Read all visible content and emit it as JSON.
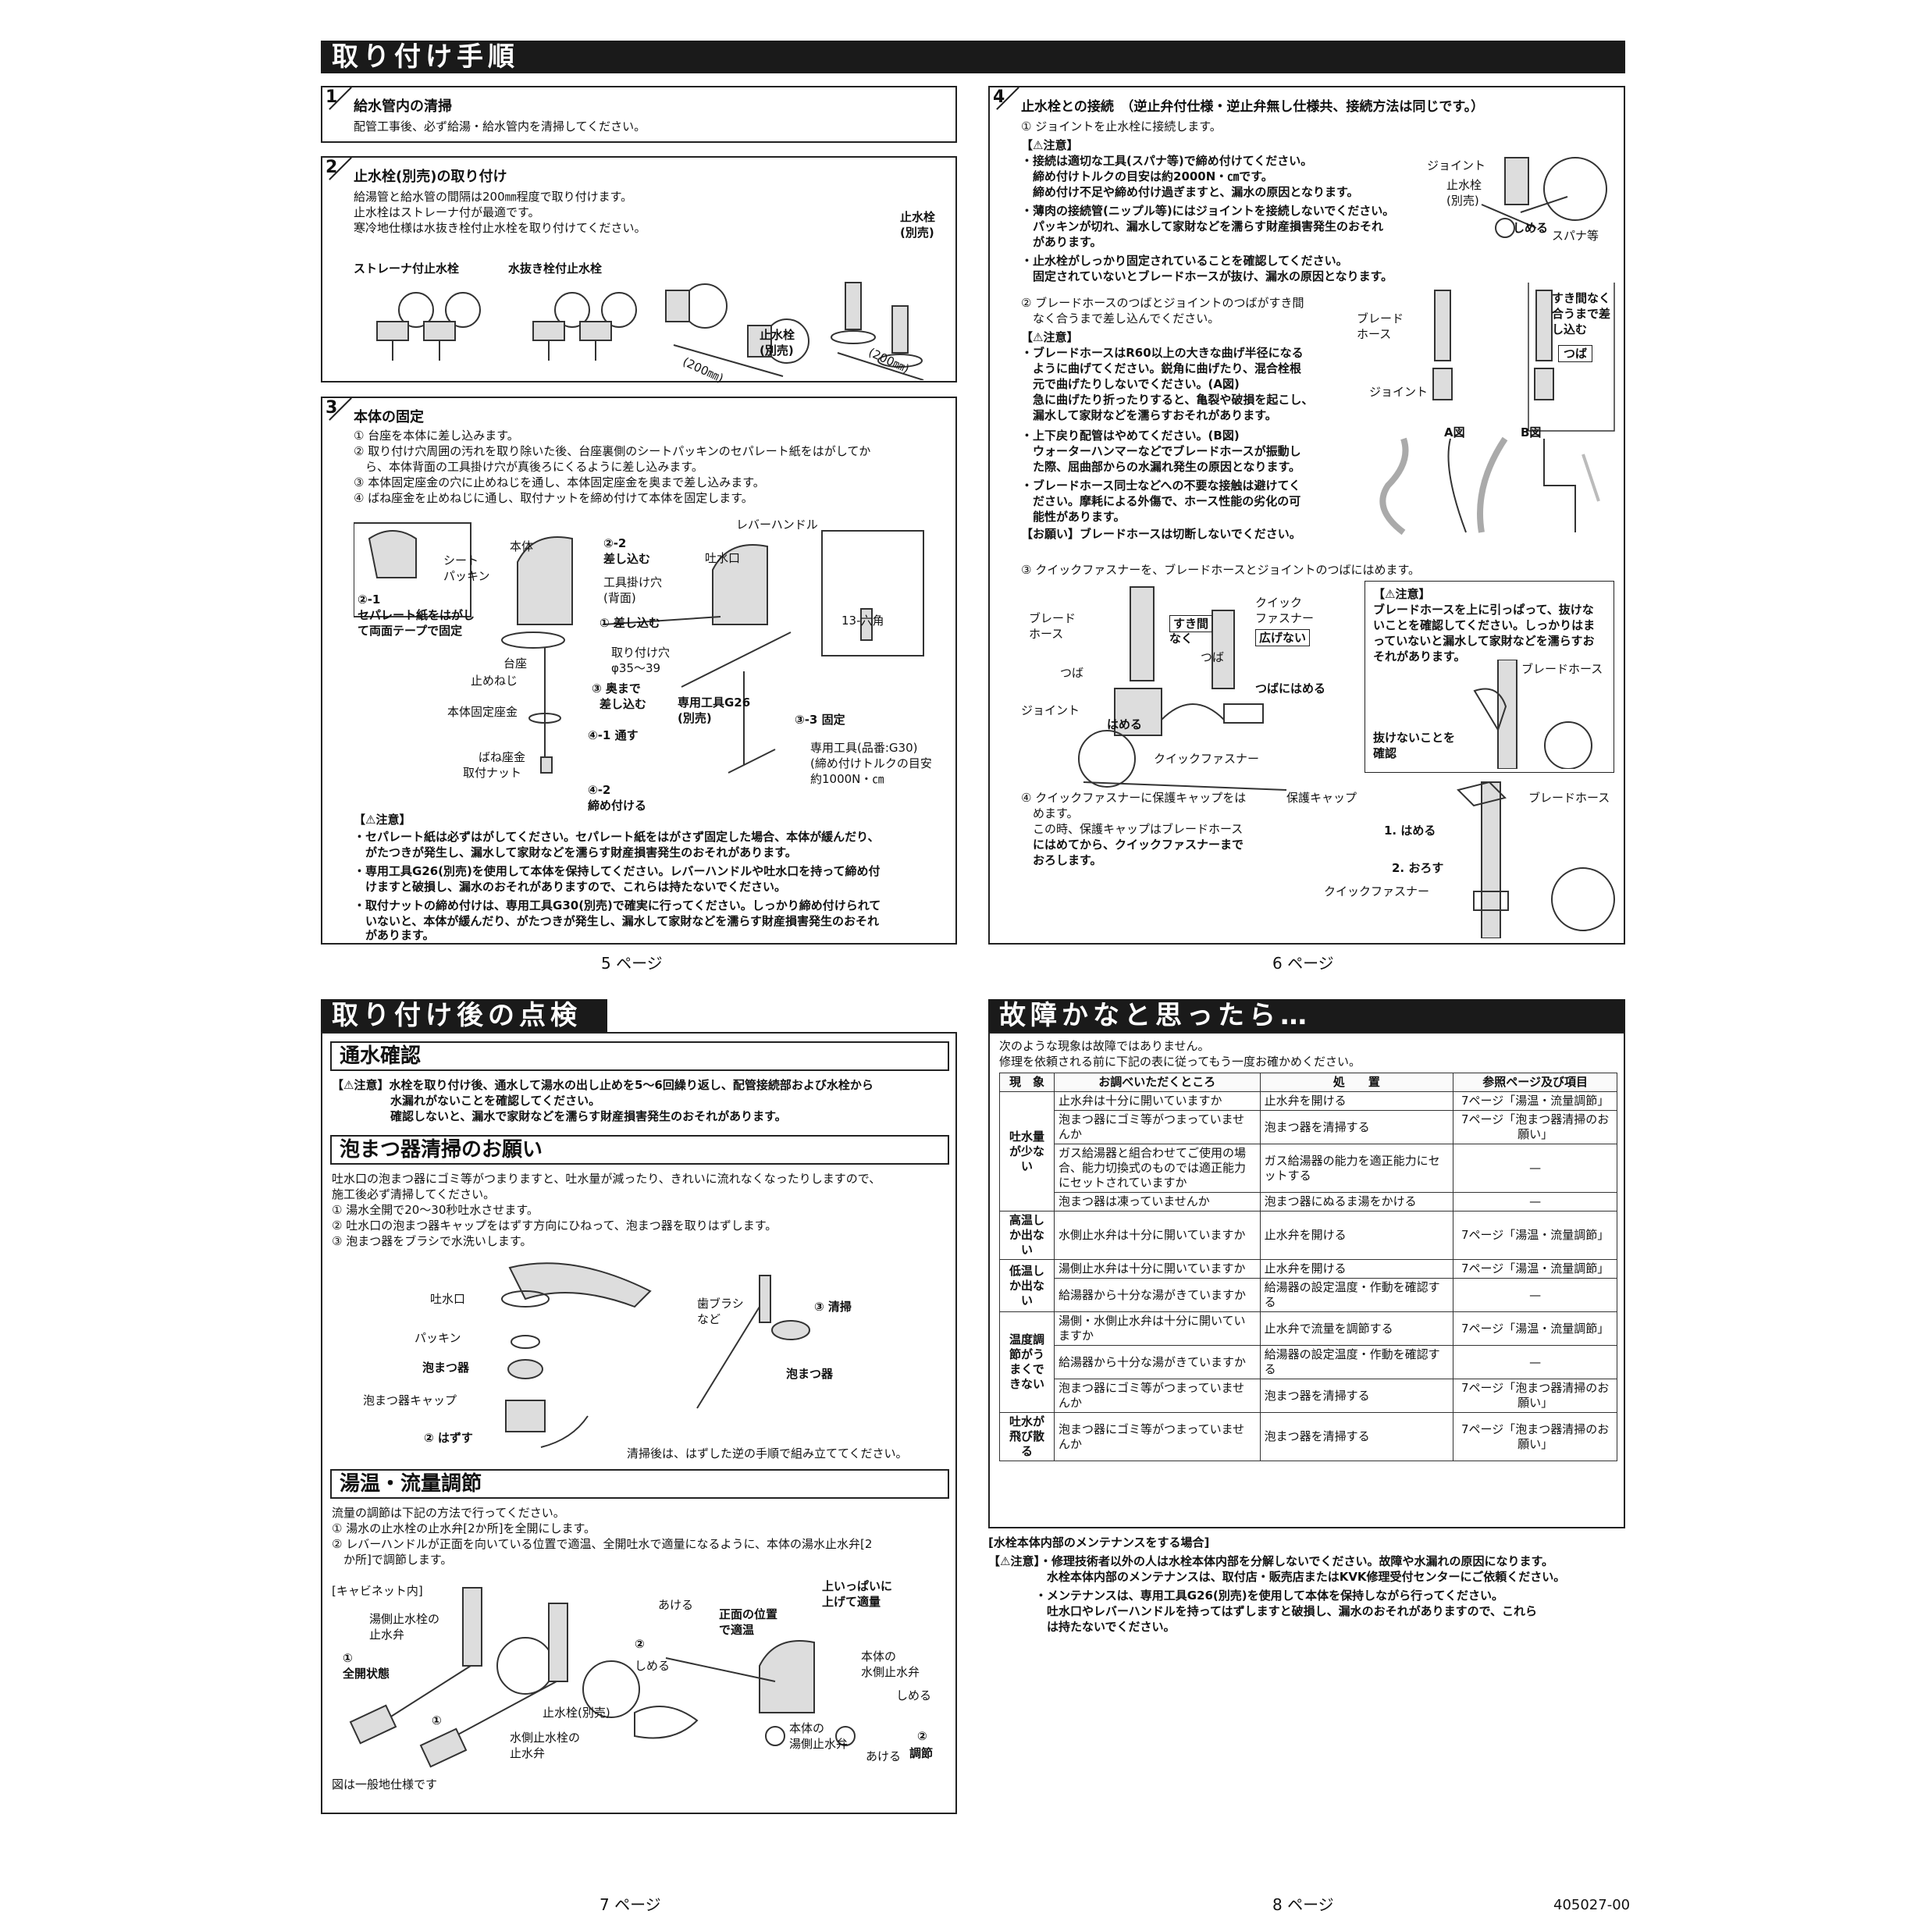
{
  "p5": {
    "banner": "取り付け手順",
    "page": "5 ページ",
    "s1": {
      "num": "1",
      "title": "給水管内の清掃",
      "body": "配管工事後、必ず給湯・給水管内を清掃してください。"
    },
    "s2": {
      "num": "2",
      "title": "止水栓(別売)の取り付け",
      "lines": [
        "給湯管と給水管の間隔は200㎜程度で取り付けます。",
        "止水栓はストレーナ付が最適です。",
        "寒冷地仕様は水抜き栓付止水栓を取り付けてください。"
      ],
      "label_a": "ストレーナ付止水栓",
      "label_b": "水抜き栓付止水栓",
      "dim": "(200㎜)",
      "valve": "止水栓",
      "sold": "(別売)"
    },
    "s3": {
      "num": "3",
      "title": "本体の固定",
      "lines": [
        "① 台座を本体に差し込みます。",
        "② 取り付け穴周囲の汚れを取り除いた後、台座裏側のシートパッキンのセパレート紙をはがしてか",
        "　ら、本体背面の工具掛け穴が真後ろにくるように差し込みます。",
        "③ 本体固定座金の穴に止めねじを通し、本体固定座金を奥まで差し込みます。",
        "④ ばね座金を止めねじに通し、取付ナットを締め付けて本体を固定します。"
      ],
      "fig": {
        "body": "本体",
        "seat": "シート",
        "packing": "パッキン",
        "sep1": "②-1",
        "sep2": "セパレート紙をはがし",
        "sep3": "て両面テープで固定",
        "in22a": "②-2",
        "in22b": "差し込む",
        "hook": "工具掛け穴",
        "back": "(背面)",
        "in1": "① 差し込む",
        "hole": "取り付け穴",
        "phi": "φ35～39",
        "base": "台座",
        "screw": "止めねじ",
        "deep1": "③ 奥まで",
        "deep2": "差し込む",
        "washer": "本体固定座金",
        "pass": "④-1 通す",
        "spring": "ばね座金",
        "nut": "取付ナット",
        "tight1": "④-2",
        "tight2": "締め付ける",
        "lever": "レバーハンドル",
        "spout": "吐水口",
        "tool": "専用工具G26",
        "sold": "(別売)",
        "fix": "③-3 固定",
        "hex": "13-六角",
        "t1": "専用工具(品番:G30)",
        "t2": "(締め付けトルクの目安",
        "t3": "約1000N・㎝"
      },
      "caution_title": "【⚠注意】",
      "cautions": [
        "・セパレート紙は必ずはがしてください。セパレート紙をはがさず固定した場合、本体が緩んだり、",
        "　がたつきが発生し、漏水して家財などを濡らす財産損害発生のおそれがあります。",
        "・専用工具G26(別売)を使用して本体を保持してください。レバーハンドルや吐水口を持って締め付",
        "　けますと破損し、漏水のおそれがありますので、これらは持たないでください。",
        "・取付ナットの締め付けは、専用工具G30(別売)で確実に行ってください。しっかり締め付けられて",
        "　いないと、本体が緩んだり、がたつきが発生し、漏水して家財などを濡らす財産損害発生のおそれ",
        "　があります。"
      ]
    }
  },
  "p6": {
    "page": "6 ページ",
    "s4": {
      "num": "4",
      "title": "止水栓との接続　（逆止弁付仕様・逆止弁無し仕様共、接続方法は同じです。）",
      "step1": "① ジョイントを止水栓に接続します。",
      "c1title": "【⚠注意】",
      "c1": [
        "・接続は適切な工具(スパナ等)で締め付けてください。",
        "　締め付けトルクの目安は約2000N・㎝です。",
        "　締め付け不足や締め付け過ぎますと、漏水の原因となります。",
        "・薄肉の接続管(ニップル等)にはジョイントを接続しないでください。",
        "　パッキンが切れ、漏水して家財などを濡らす財産損害発生のおそれ",
        "　があります。",
        "・止水栓がしっかり固定されていることを確認してください。",
        "　固定されていないとブレードホースが抜け、漏水の原因となります。"
      ],
      "f1": {
        "joint": "ジョイント",
        "valve": "止水栓",
        "sold": "(別売)",
        "close": "しめる",
        "spanner": "スパナ等"
      },
      "step2": [
        "② ブレードホースのつばとジョイントのつばがすき間",
        "　なく合うまで差し込んでください。"
      ],
      "f2": {
        "hose1": "ブレード",
        "hose2": "ホース",
        "gap1": "すき間なく",
        "gap2": "合うまで差",
        "gap3": "し込む",
        "flange": "つば",
        "joint": "ジョイント",
        "a": "A図",
        "b": "B図"
      },
      "c2title": "【⚠注意】",
      "c2": [
        "・ブレードホースはR60以上の大きな曲げ半径になる",
        "　ように曲げてください。鋭角に曲げたり、混合栓根",
        "　元で曲げたりしないでください。(A図)",
        "　急に曲げたり折ったりすると、亀裂や破損を起こし、",
        "　漏水して家財などを濡らすおそれがあります。",
        "・上下戻り配管はやめてください。(B図)",
        "　ウォーターハンマーなどでブレードホースが振動し",
        "　た際、屈曲部からの水漏れ発生の原因となります。",
        "・ブレードホース同士などへの不要な接触は避けてく",
        "　ださい。摩耗による外傷で、ホース性能の劣化の可",
        "　能性があります。"
      ],
      "request": "【お願い】ブレードホースは切断しないでください。",
      "step3": "③ クイックファスナーを、ブレードホースとジョイントのつばにはめます。",
      "f3": {
        "hose1": "ブレード",
        "hose2": "ホース",
        "gap1": "すき間",
        "gap2": "なく",
        "qf1": "クイック",
        "qf2": "ファスナー",
        "noopen": "広げない",
        "flange": "つば",
        "joint": "ジョイント",
        "fit": "はめる",
        "fitflange": "つばにはめる",
        "qf": "クイックファスナー"
      },
      "c3title": "【⚠注意】",
      "c3": [
        "ブレードホースを上に引っぱって、抜けな",
        "いことを確認してください。しっかりはま",
        "っていないと漏水して家財などを濡らすお",
        "それがあります。"
      ],
      "f4": {
        "hose": "ブレードホース",
        "check1": "抜けないことを",
        "check2": "確認"
      },
      "step4": [
        "④ クイックファスナーに保護キャップをは",
        "　めます。",
        "　この時、保護キャップはブレードホース",
        "　にはめてから、クイックファスナーまで",
        "　おろします。"
      ],
      "f5": {
        "cap": "保護キャップ",
        "hose": "ブレードホース",
        "fit": "1. はめる",
        "lower": "2. おろす",
        "qf": "クイックファスナー"
      }
    }
  },
  "p7": {
    "banner": "取り付け後の点検と清掃",
    "page": "7 ページ",
    "h1": "通水確認",
    "h1c": [
      "【⚠注意】水栓を取り付け後、通水して湯水の出し止めを5～6回繰り返し、配管接続部および水栓から",
      "　　　　　水漏れがないことを確認してください。",
      "　　　　　確認しないと、漏水で家財などを濡らす財産損害発生のおそれがあります。"
    ],
    "h2": "泡まつ器清掃のお願い",
    "h2t": [
      "吐水口の泡まつ器にゴミ等がつまりますと、吐水量が減ったり、きれいに流れなくなったりしますので、",
      "施工後必ず清掃してください。",
      "① 湯水全開で20～30秒吐水させます。",
      "② 吐水口の泡まつ器キャップをはずす方向にひねって、泡まつ器を取りはずします。",
      "③ 泡まつ器をブラシで水洗いします。"
    ],
    "f1": {
      "spout": "吐水口",
      "packing": "パッキン",
      "aerator": "泡まつ器",
      "cap": "泡まつ器キャップ",
      "remove": "② はずす",
      "brush1": "歯ブラシ",
      "brush2": "など",
      "clean": "③ 清掃",
      "aer2": "泡まつ器",
      "after": "清掃後は、はずした逆の手順で組み立ててください。"
    },
    "h3": "湯温・流量調節",
    "h3t": [
      "流量の調節は下記の方法で行ってください。",
      "① 湯水の止水栓の止水弁[2か所]を全開にします。",
      "② レバーハンドルが正面を向いている位置で適温、全開吐水で適量になるように、本体の湯水止水弁[2",
      "　か所]で調節します。"
    ],
    "f2": {
      "cabinet": "[キャビネット内]",
      "hotvalve1": "湯側止水栓の",
      "hotvalve2": "止水弁",
      "one": "①",
      "full": "全開状態",
      "onec": "①",
      "valve": "止水栓(別売)",
      "coldvalve1": "水側止水栓の",
      "coldvalve2": "止水弁",
      "open": "あける",
      "two": "②",
      "close": "しめる",
      "front1": "正面の位置",
      "front2": "で適温",
      "up1": "上いっぱいに",
      "up2": "上げて適量",
      "cold1": "本体の",
      "cold2": "水側止水弁",
      "close2": "しめる",
      "hot1": "本体の",
      "hot2": "湯側止水弁",
      "open2": "あける",
      "two2": "②",
      "adj": "調節",
      "note": "図は一般地仕様です"
    }
  },
  "p8": {
    "banner": "故障かなと思ったら…",
    "page": "8 ページ",
    "code": "405027-00",
    "intro": [
      "次のような現象は故障ではありません。",
      "修理を依頼される前に下記の表に従ってもう一度お確かめください。"
    ],
    "table": {
      "headers": [
        "現　象",
        "お調べいただくところ",
        "処　　置",
        "参照ページ及び項目"
      ],
      "groups": [
        {
          "symptom": "吐水量が少ない",
          "rows": [
            [
              "止水弁は十分に開いていますか",
              "止水弁を開ける",
              "7ページ「湯温・流量調節」"
            ],
            [
              "泡まつ器にゴミ等がつまっていませんか",
              "泡まつ器を清掃する",
              "7ページ「泡まつ器清掃のお願い」"
            ],
            [
              "ガス給湯器と組合わせてご使用の場合、能力切換式のものでは適正能力にセットされていますか",
              "ガス給湯器の能力を適正能力にセットする",
              "—"
            ],
            [
              "泡まつ器は凍っていませんか",
              "泡まつ器にぬるま湯をかける",
              "—"
            ]
          ]
        },
        {
          "symptom": "高温しか出ない",
          "rows": [
            [
              "水側止水弁は十分に開いていますか",
              "止水弁を開ける",
              "7ページ「湯温・流量調節」"
            ]
          ]
        },
        {
          "symptom": "低温しか出ない",
          "rows": [
            [
              "湯側止水弁は十分に開いていますか",
              "止水弁を開ける",
              "7ページ「湯温・流量調節」"
            ],
            [
              "給湯器から十分な湯がきていますか",
              "給湯器の設定温度・作動を確認する",
              "—"
            ]
          ]
        },
        {
          "symptom": "温度調節がうまくできない",
          "rows": [
            [
              "湯側・水側止水弁は十分に開いていますか",
              "止水弁で流量を調節する",
              "7ページ「湯温・流量調節」"
            ],
            [
              "給湯器から十分な湯がきていますか",
              "給湯器の設定温度・作動を確認する",
              "—"
            ],
            [
              "泡まつ器にゴミ等がつまっていませんか",
              "泡まつ器を清掃する",
              "7ページ「泡まつ器清掃のお願い」"
            ]
          ]
        },
        {
          "symptom": "吐水が飛び散る",
          "rows": [
            [
              "泡まつ器にゴミ等がつまっていませんか",
              "泡まつ器を清掃する",
              "7ページ「泡まつ器清掃のお願い」"
            ]
          ]
        }
      ]
    },
    "maint_title": "[水栓本体内部のメンテナンスをする場合]",
    "maint": [
      "【⚠注意】・修理技術者以外の人は水栓本体内部を分解しないでください。故障や水漏れの原因になります。",
      "　　　　　水栓本体内部のメンテナンスは、取付店・販売店またはKVK修理受付センターにご依頼ください。",
      "　　　　・メンテナンスは、専用工具G26(別売)を使用して本体を保持しながら行ってください。",
      "　　　　　吐水口やレバーハンドルを持ってはずしますと破損し、漏水のおそれがありますので、これら",
      "　　　　　は持たないでください。"
    ]
  }
}
